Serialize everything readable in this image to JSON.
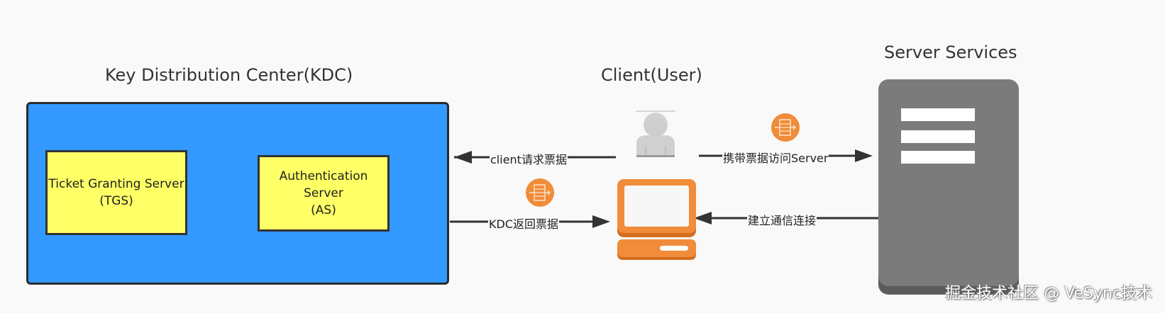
{
  "diagram": {
    "kdc": {
      "title": "Key Distribution Center(KDC)",
      "tgs": {
        "line1": "Ticket Granting Server",
        "line2": "(TGS)"
      },
      "as": {
        "line1": "Authentication Server",
        "line2": "(AS)"
      }
    },
    "client": {
      "title": "Client(User)",
      "icons": [
        "user-icon",
        "computer-icon"
      ]
    },
    "server": {
      "title": "Server Services",
      "icon": "server-icon"
    },
    "edges": [
      {
        "from": "client",
        "to": "kdc",
        "label": "client请求票据"
      },
      {
        "from": "kdc",
        "to": "client",
        "label": "KDC返回票据",
        "icon": "ticket-icon"
      },
      {
        "from": "client",
        "to": "server",
        "label": "携带票据访问Server",
        "icon": "ticket-icon"
      },
      {
        "from": "server",
        "to": "client",
        "label": "建立通信连接"
      }
    ],
    "colors": {
      "kdc_fill": "#3399ff",
      "inner_fill": "#ffff66",
      "accent_orange": "#f08c3a",
      "server_gray": "#7b7b7b",
      "user_gray": "#cfcfcf"
    }
  },
  "watermark": "掘金技术社区 @ VeSync技术"
}
